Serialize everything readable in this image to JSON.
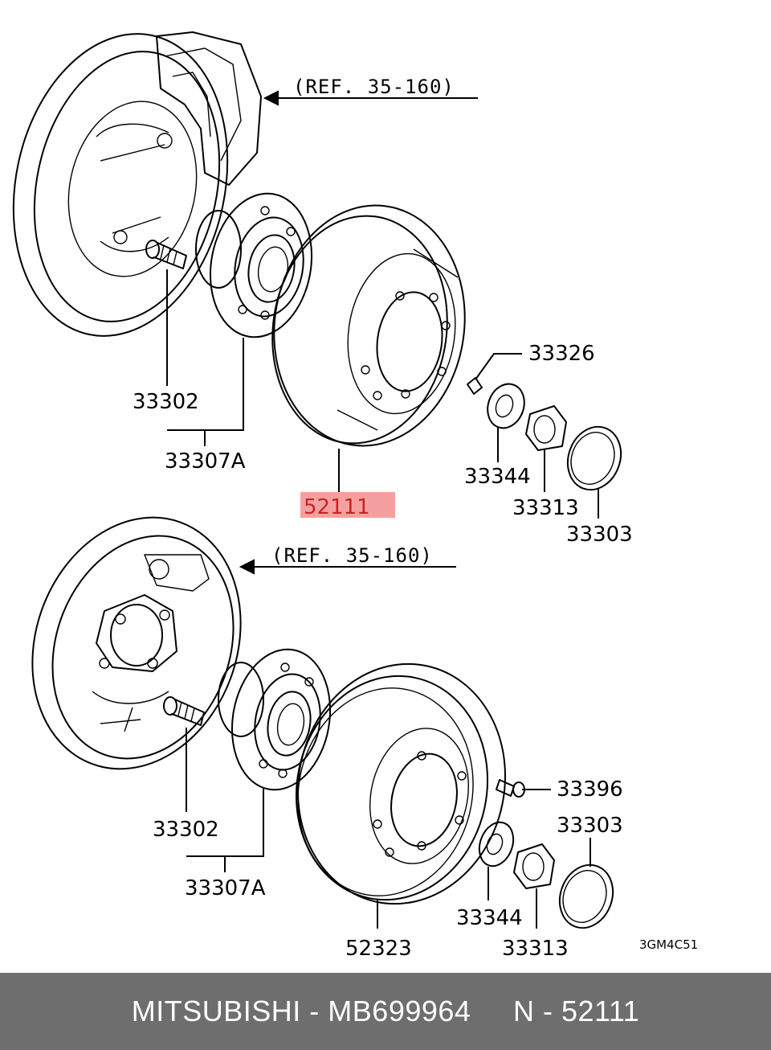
{
  "diagram": {
    "upper": {
      "ref_label": "(REF. 35-160)",
      "callouts": {
        "stud_bolt": "33302",
        "hub_assembly": "33307A",
        "disc_rotor": "52111",
        "small_bolt": "33326",
        "lock_washer": "33344",
        "hub_nut": "33313",
        "hub_cap": "33303"
      }
    },
    "lower": {
      "ref_label": "(REF. 35-160)",
      "callouts": {
        "stud_bolt": "33302",
        "hub_assembly": "33307A",
        "brake_drum": "52323",
        "small_bolt": "33396",
        "lock_washer": "33344",
        "hub_nut": "33313",
        "hub_cap": "33303"
      }
    },
    "highlight_color": "#f4a0a0",
    "drawing_code": "3GM4C51"
  },
  "footer": {
    "brand": "MITSUBISHI",
    "sep1": " - ",
    "part_number": "MB699964",
    "gap": "     ",
    "n_label": "N",
    "sep2": " - ",
    "ref_number": "52111",
    "background": "#6e6e6e"
  }
}
